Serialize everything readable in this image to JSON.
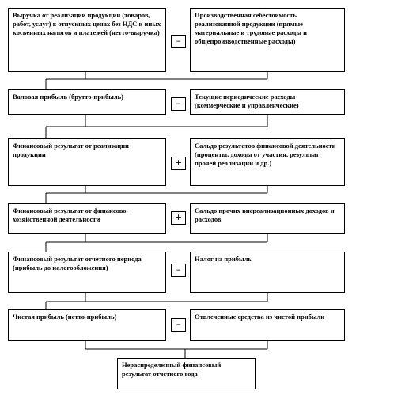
{
  "rows": [
    {
      "left": "Выручка от реализации продукции (товаров, работ, услуг) в отпускных ценах без НДС и иных косвенных налогов и платежей (нетто-выручка)",
      "operator": "–",
      "right": "Производственная себестоимость реализованной продукции (прямые материальные и трудовые расходы и общепроизводственные расходы)"
    },
    {
      "left": "Валовая прибыль (брутто-прибыль)",
      "operator": "–",
      "right": "Текущие периодические расходы (коммерческие и управленческие)"
    },
    {
      "left": "Финансовый результат от реализации продукции",
      "operator": "+",
      "right": "Сальдо результатов финансовой деятельности (проценты, доходы от участия, результат прочей реализации и др.)"
    },
    {
      "left": "Финансовый результат от финансово-хозяйственной деятельности",
      "operator": "+",
      "right": "Сальдо прочих внереализационных доходов и расходов"
    },
    {
      "left": "Финансовый результат отчетного периода (прибыль до налогообложения)",
      "operator": "–",
      "right": "Налог на прибыль"
    },
    {
      "left": "Чистая прибыль (нетто-прибыль)",
      "operator": "–",
      "right": "Отвлеченные средства из чистой прибыли"
    }
  ],
  "result": "Нераспределенный финансовый результат отчетного года"
}
